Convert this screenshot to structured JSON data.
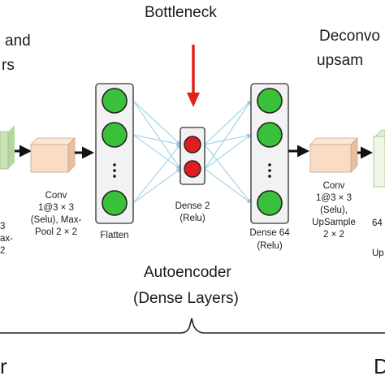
{
  "colors": {
    "arrow_red": "#e0211b",
    "node_green": "#39c13b",
    "node_red": "#e21d1d",
    "connection_blue": "#a9d6ef",
    "column_fill": "#f2f2f2",
    "conv_box": "#f8dcc6",
    "input_box": "#cbe3b6"
  },
  "labels": {
    "bottleneck": "Bottleneck",
    "left_top_line1": "and",
    "left_top_line2": "rs",
    "right_top_line1": "Deconvo",
    "right_top_line2": "upsam",
    "conv_left": [
      "Conv",
      "1@3 × 3",
      "(Selu), Max-",
      "Pool 2 × 2"
    ],
    "left_edge": [
      "3",
      "ax-",
      "2"
    ],
    "flatten": "Flatten",
    "dense2": [
      "Dense 2",
      "(Relu)"
    ],
    "dense64": "Dense 64",
    "dense64_act": "(Relu)",
    "conv_right": [
      "Conv",
      "1@3 × 3",
      "(Selu),",
      "UpSample",
      "2 × 2"
    ],
    "right_edge": [
      "64",
      "Up"
    ],
    "autoencoder_line1": "Autoencoder",
    "autoencoder_line2": "(Dense Layers)",
    "bottom_left": "r",
    "bottom_right": "D"
  },
  "diagram": {
    "dense_column_nodes": [
      "node",
      "node",
      "ellipsis",
      "node"
    ],
    "bottleneck_nodes": 2
  }
}
